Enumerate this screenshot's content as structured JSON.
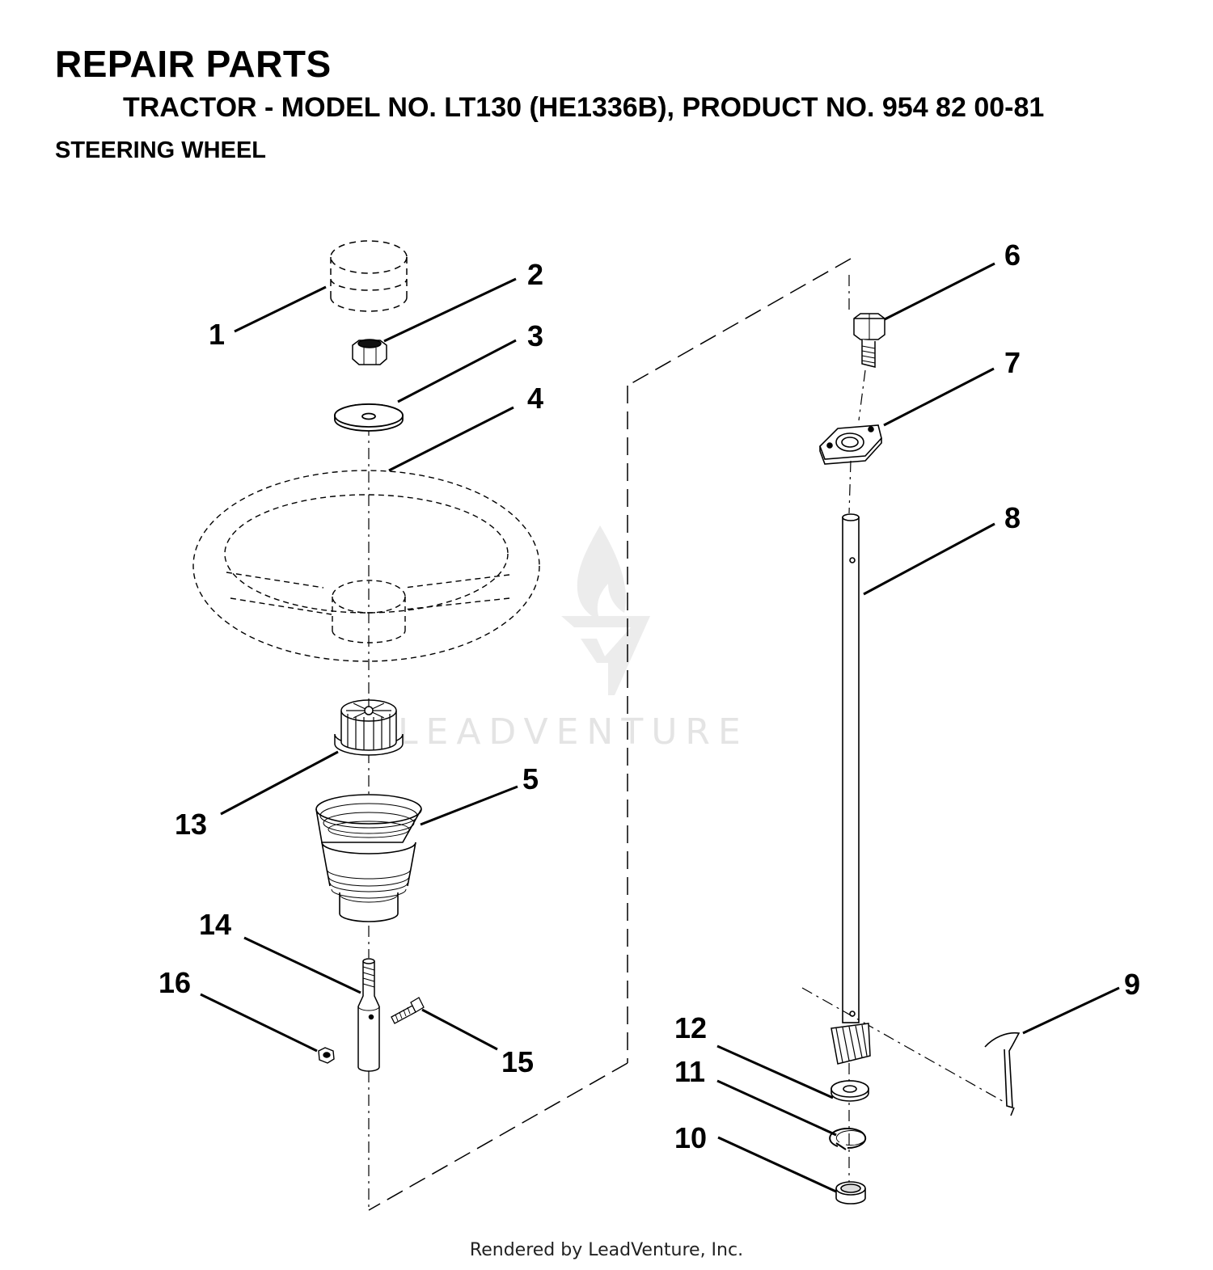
{
  "header": {
    "title": "REPAIR PARTS",
    "subtitle": "TRACTOR - MODEL NO. LT130 (HE1336B), PRODUCT NO. 954 82 00-81",
    "section": "STEERING WHEEL"
  },
  "watermark": {
    "text": "LEADVENTURE",
    "color": "#e4e4e4"
  },
  "callouts": {
    "c1": "1",
    "c2": "2",
    "c3": "3",
    "c4": "4",
    "c5": "5",
    "c6": "6",
    "c7": "7",
    "c8": "8",
    "c9": "9",
    "c10": "10",
    "c11": "11",
    "c12": "12",
    "c13": "13",
    "c14": "14",
    "c15": "15",
    "c16": "16"
  },
  "footer": {
    "rendered_by": "Rendered by LeadVenture, Inc."
  }
}
